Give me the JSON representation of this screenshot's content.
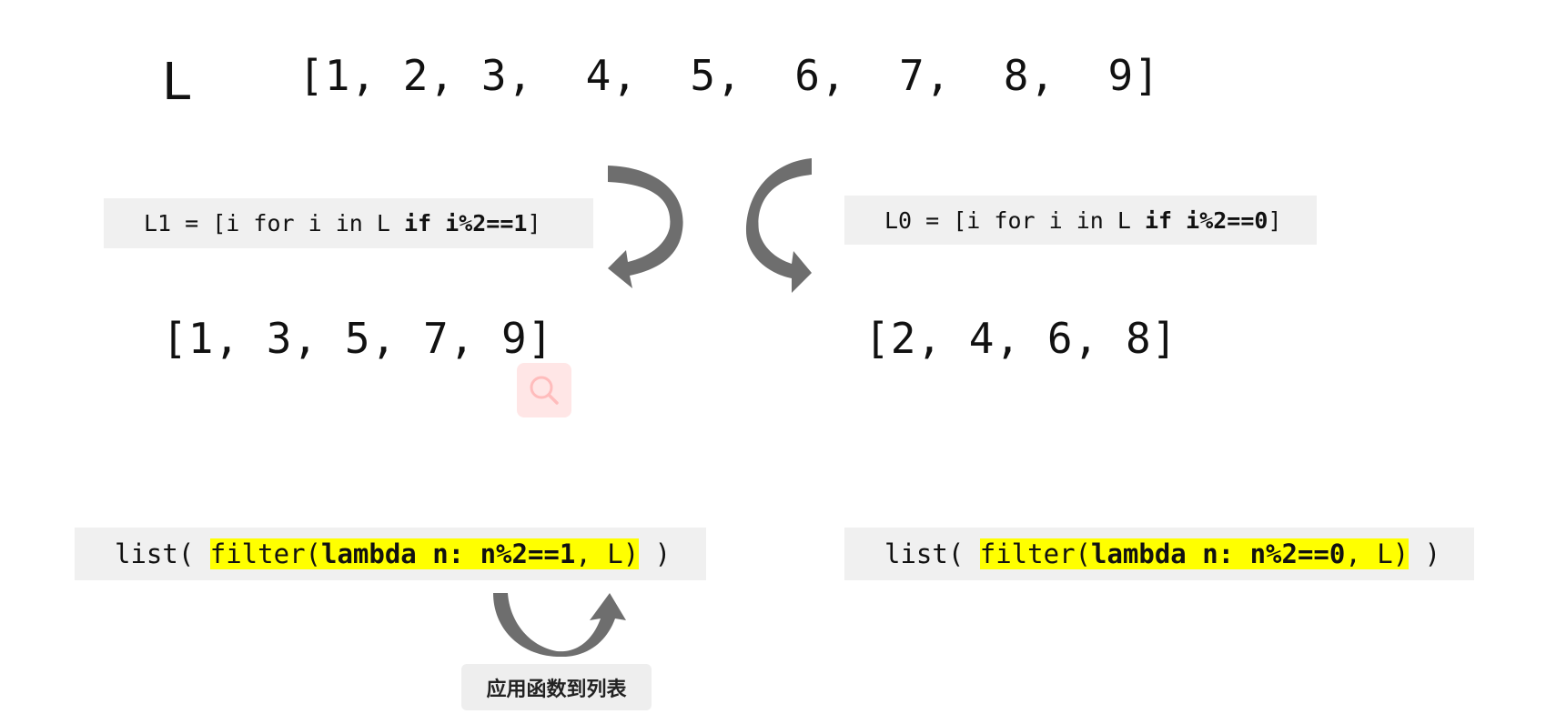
{
  "top": {
    "var_name": "L",
    "list_text": "[1, 2, 3,  4,  5,  6,  7,  8,  9]"
  },
  "odd": {
    "comprehension": {
      "prefix": "L1 = [i for i in L ",
      "bold": "if i%2==1",
      "suffix": "]"
    },
    "result": "[1, 3, 5, 7, 9]",
    "filter": {
      "prefix": "list( ",
      "hl_start": "filter(",
      "hl_bold": "lambda n: n%2==1",
      "hl_end": ", L)",
      "suffix": " )"
    }
  },
  "even": {
    "comprehension": {
      "prefix": "L0 = [i for i in L ",
      "bold": "if i%2==0",
      "suffix": "]"
    },
    "result": "[2, 4, 6, 8]",
    "filter": {
      "prefix": "list( ",
      "hl_start": "filter(",
      "hl_bold": "lambda n: n%2==0",
      "hl_end": ", L)",
      "suffix": " )"
    }
  },
  "note": "应用函数到列表",
  "colors": {
    "highlight": "#ffff00",
    "code_bg": "#f0f0f0",
    "arrow": "#6e6e6e"
  },
  "icons": [
    "search-icon"
  ]
}
